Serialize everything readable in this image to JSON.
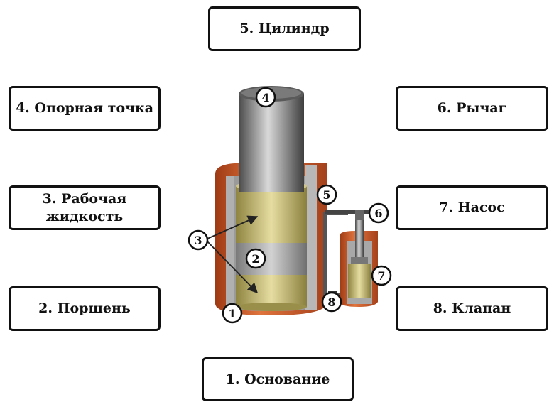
{
  "labels": {
    "cylinder": "5. Цилиндр",
    "fulcrum": "4. Опорная точка",
    "working_fluid": "3. Рабочая\nжидкость",
    "piston": "2. Поршень",
    "lever": "6. Рычаг",
    "pump": "7. Насос",
    "valve": "8. Клапан",
    "base": "1. Основание"
  },
  "markers": {
    "m1": "1",
    "m2": "2",
    "m3": "3",
    "m4": "4",
    "m5": "5",
    "m6": "6",
    "m7": "7",
    "m8": "8"
  },
  "colors": {
    "housing": "#c8562a",
    "fluid": "#b8a85a",
    "steel": "#8a8a8a"
  }
}
